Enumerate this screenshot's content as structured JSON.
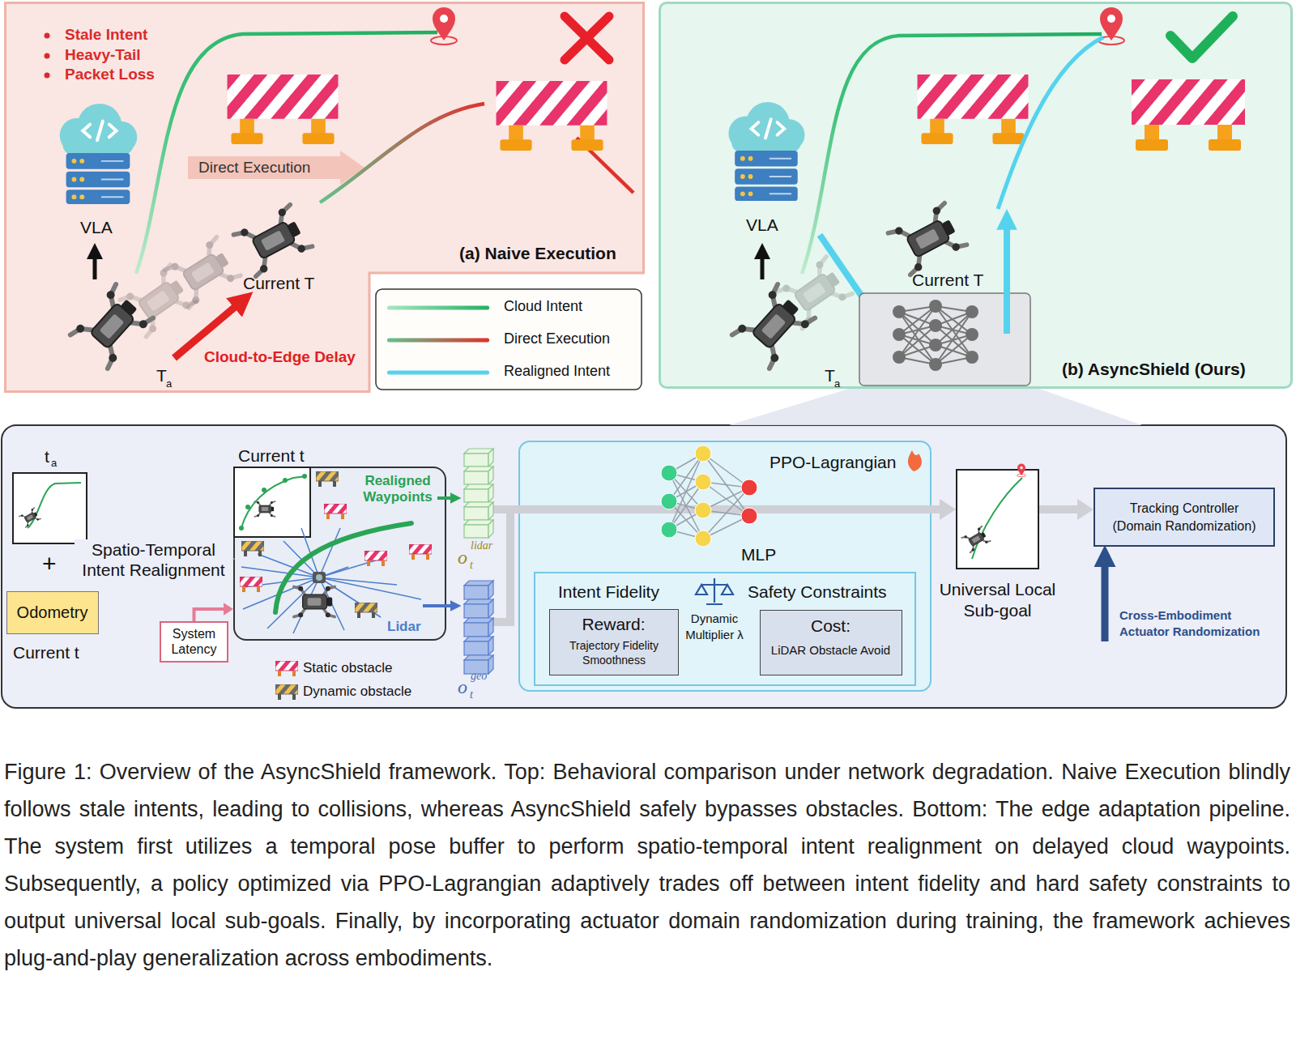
{
  "diagram": {
    "caption": "Figure 1: Overview of the AsyncShield framework. Top: Behavioral comparison under network degradation. Naive Execution blindly follows stale intents, leading to collisions, whereas AsyncShield safely bypasses obstacles. Bottom: The edge adaptation pipeline. The system first utilizes a temporal pose buffer to perform spatio-temporal intent realignment on delayed cloud waypoints. Subsequently, a policy optimized via PPO-Lagrangian adaptively trades off between intent fidelity and hard safety constraints to output universal local sub-goals. Finally, by incorporating actuator domain randomization during training, the framework achieves plug-and-play generalization across embodiments.",
    "nodes": [
      {
        "text": [
          "(a) Naive Execution"
        ]
      },
      {
        "text": [
          "(b) AsyncShield (Ours)"
        ]
      },
      {
        "text": [
          "Odometry"
        ]
      },
      {
        "text": [
          "Current t",
          "Realigned Waypoints",
          "Lidar"
        ]
      },
      {
        "text": [
          "System Latency"
        ]
      },
      {
        "text": [
          "PPO-Lagrangian",
          "MLP"
        ]
      },
      {
        "text": [
          "Intent Fidelity",
          "Safety Constraints",
          "Dynamic Multiplier λ"
        ],
        "in": 5
      },
      {
        "text": [
          "Reward:",
          "Trajectory Fidelity Smoothness"
        ],
        "in": 6
      },
      {
        "text": [
          "Cost:",
          "LiDAR Obstacle Avoid"
        ],
        "in": 6
      },
      {
        "text": [
          "Universal Local Sub-goal"
        ]
      },
      {
        "text": [
          "Tracking Controller (Domain Randomization)"
        ]
      }
    ],
    "edges": [
      {
        "from": 4,
        "to": 3,
        "arrow": "to"
      },
      {
        "from": 5,
        "to": 9,
        "arrow": "to"
      },
      {
        "from": 9,
        "to": 10,
        "arrow": "to"
      }
    ],
    "labels": [
      "Stale Intent",
      "Heavy-Tail",
      "Packet Loss",
      "VLA",
      "Direct Execution",
      "Current T",
      "Cloud-to-Edge Delay",
      "T",
      "a",
      "VLA",
      "Current T",
      "T",
      "a",
      "t",
      "a",
      "+",
      "Spatio-Temporal Intent Realignment",
      "Current t",
      "o",
      "lidar",
      "t",
      "o",
      "geo",
      "t",
      "Cross-Embodiment Actuator Randomization"
    ],
    "legend": [
      {
        "text": "Cloud Intent"
      },
      {
        "text": "Direct Execution"
      },
      {
        "text": "Realigned Intent"
      },
      {
        "text": "Static obstacle"
      },
      {
        "text": "Dynamic obstacle"
      }
    ]
  }
}
